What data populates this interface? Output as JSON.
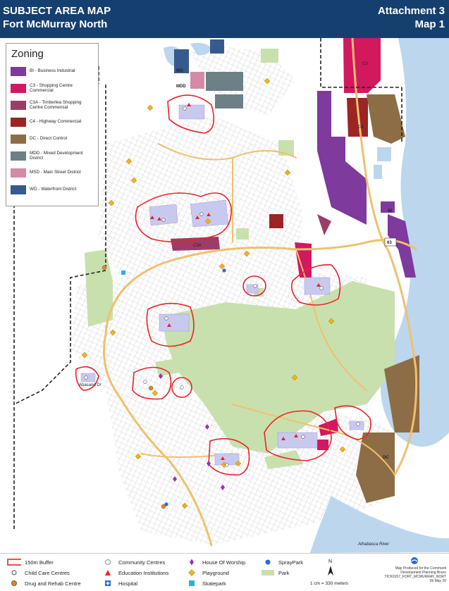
{
  "header": {
    "title_line1": "SUBJECT AREA MAP",
    "title_line2": "Fort McMurray North",
    "attachment": "Attachment 3",
    "map_number": "Map 1"
  },
  "zoning_legend": {
    "title": "Zoning",
    "items": [
      {
        "label": "BI - Business Industrial",
        "color": "#7e3a9c"
      },
      {
        "label": "C3 - Shopping Centre Commercial",
        "color": "#d2185f"
      },
      {
        "label": "C3A - Timberlea Shopping Centre Commercial",
        "color": "#9c3d68"
      },
      {
        "label": "C4 - Highway Commercial",
        "color": "#9c2424"
      },
      {
        "label": "DC - Direct Control",
        "color": "#8d6d45"
      },
      {
        "label": "MDD - Mixed Development District",
        "color": "#6c8085"
      },
      {
        "label": "MSD - Main Street District",
        "color": "#d48aa6"
      },
      {
        "label": "WD - Waterfront District",
        "color": "#355b8e"
      }
    ]
  },
  "map_labels": {
    "wd": "WD",
    "mdd": "MDD",
    "c3": "C3",
    "c4": "C4",
    "bi": "BI",
    "c3a": "C3A",
    "dc": "DC",
    "highway": "63",
    "river": "Athabasca River",
    "street": "Abasand Dr"
  },
  "bottom_legend": {
    "buffer": "150m Buffer",
    "child_care": "Child Care Centres",
    "drug_rehab": "Drug and Rehab Centre",
    "community": "Community Centres",
    "education": "Education Institutions",
    "hospital": "Hospital",
    "worship": "House Of Worship",
    "playground": "Playground",
    "skatepark": "Skatepark",
    "spraypark": "SprayPark",
    "park": "Park",
    "north": "N",
    "scale": "1 cm = 330 meters"
  },
  "credit": {
    "line1": "Map Produced for the Communit",
    "line2": "Development Planning Branc",
    "line3": "TICK0157_FORT_MCMURRAY_NORT",
    "line4": "09 May 20"
  },
  "colors": {
    "header": "#153f6e",
    "water": "#bcd6ee",
    "park": "#c8e0ae",
    "buffer": "#e8222a",
    "school": "#c9c9ef",
    "road": "#f0c06e"
  }
}
